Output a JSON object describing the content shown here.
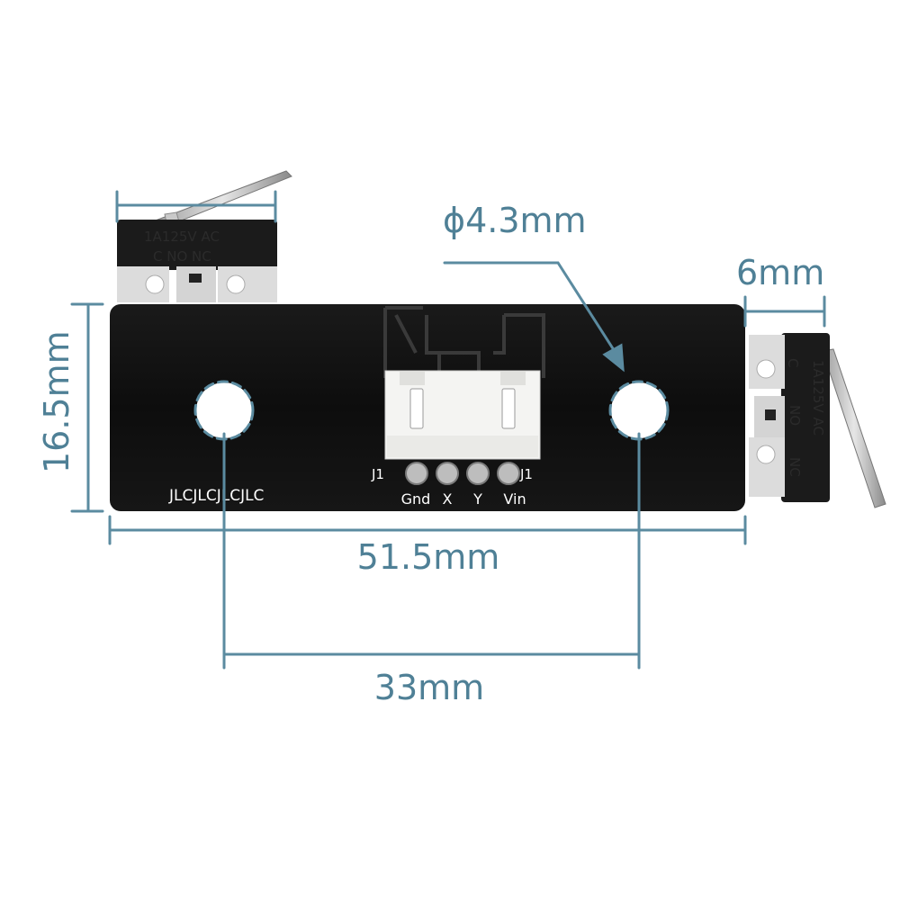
{
  "colors": {
    "dimension": "#5b8ba0",
    "pcb": "#0e0e0e",
    "switch_body": "#1b1b1b",
    "terminal": "#dcdcdc",
    "connector": "#f4f4f2",
    "background": "#ffffff"
  },
  "dimensions": {
    "hole_diameter": "ϕ4.3mm",
    "switch_thickness": "6mm",
    "board_height": "16.5mm",
    "board_width": "51.5mm",
    "hole_spacing": "33mm"
  },
  "board": {
    "silkscreen": "JLCJLCJLCJLC",
    "connector_ref_left": "J1",
    "connector_ref_right": "J1",
    "pins": [
      "Gnd",
      "X",
      "Y",
      "Vin"
    ]
  },
  "switch_top": {
    "rating": "1A125V AC",
    "contacts": "C  NO  NC"
  },
  "switch_right": {
    "rating": "1A125V AC",
    "label_c": "C",
    "label_no": "NO",
    "label_nc": "NC"
  }
}
